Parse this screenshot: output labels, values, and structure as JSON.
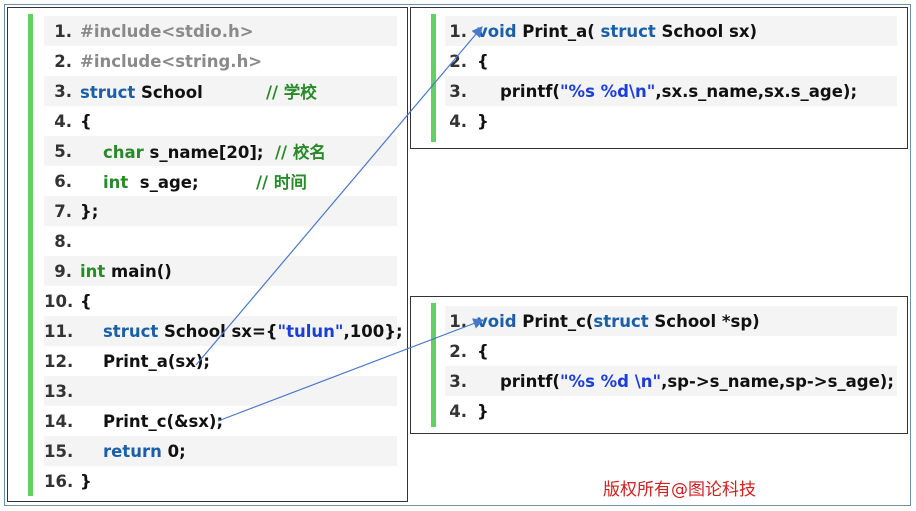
{
  "main_code": {
    "lines": [
      {
        "num": "1.",
        "parts": [
          {
            "t": "#include<stdio.h>",
            "c": "pp"
          }
        ]
      },
      {
        "num": "2.",
        "parts": [
          {
            "t": "#include<string.h>",
            "c": "pp"
          }
        ]
      },
      {
        "num": "3.",
        "parts": [
          {
            "t": "struct",
            "c": "kw"
          },
          {
            "t": " School           "
          },
          {
            "t": "// 学校",
            "c": "cm"
          }
        ]
      },
      {
        "num": "4.",
        "parts": [
          {
            "t": "{"
          }
        ]
      },
      {
        "num": "5.",
        "parts": [
          {
            "t": "    "
          },
          {
            "t": "char",
            "c": "tp"
          },
          {
            "t": " s_name[20];  "
          },
          {
            "t": "// 校名",
            "c": "cm"
          }
        ]
      },
      {
        "num": "6.",
        "parts": [
          {
            "t": "    "
          },
          {
            "t": "int",
            "c": "tp"
          },
          {
            "t": "  s_age;          "
          },
          {
            "t": "// 时间",
            "c": "cm"
          }
        ]
      },
      {
        "num": "7.",
        "parts": [
          {
            "t": "};"
          }
        ]
      },
      {
        "num": "8.",
        "parts": []
      },
      {
        "num": "9.",
        "parts": [
          {
            "t": "int",
            "c": "tp"
          },
          {
            "t": " main()"
          }
        ]
      },
      {
        "num": "10.",
        "parts": [
          {
            "t": "{"
          }
        ]
      },
      {
        "num": "11.",
        "parts": [
          {
            "t": "    "
          },
          {
            "t": "struct",
            "c": "kw"
          },
          {
            "t": " School sx={"
          },
          {
            "t": "\"tulun\"",
            "c": "str"
          },
          {
            "t": ",100};"
          }
        ]
      },
      {
        "num": "12.",
        "parts": [
          {
            "t": "    Print_a(sx);"
          }
        ]
      },
      {
        "num": "13.",
        "parts": []
      },
      {
        "num": "14.",
        "parts": [
          {
            "t": "    Print_c(&sx);"
          }
        ]
      },
      {
        "num": "15.",
        "parts": [
          {
            "t": "    "
          },
          {
            "t": "return",
            "c": "kw"
          },
          {
            "t": " 0;"
          }
        ]
      },
      {
        "num": "16.",
        "parts": [
          {
            "t": "}"
          }
        ]
      }
    ]
  },
  "print_a_code": {
    "lines": [
      {
        "num": "1.",
        "parts": [
          {
            "t": "void",
            "c": "kw"
          },
          {
            "t": " Print_a( "
          },
          {
            "t": "struct",
            "c": "kw"
          },
          {
            "t": " School sx)"
          }
        ]
      },
      {
        "num": "2.",
        "parts": [
          {
            "t": "{"
          }
        ]
      },
      {
        "num": "3.",
        "parts": [
          {
            "t": "    printf("
          },
          {
            "t": "\"%s %d\\n\"",
            "c": "str"
          },
          {
            "t": ",sx.s_name,sx.s_age);"
          }
        ]
      },
      {
        "num": "4.",
        "parts": [
          {
            "t": "}"
          }
        ]
      }
    ]
  },
  "print_c_code": {
    "lines": [
      {
        "num": "1.",
        "parts": [
          {
            "t": "void",
            "c": "kw"
          },
          {
            "t": " Print_c("
          },
          {
            "t": "struct",
            "c": "kw"
          },
          {
            "t": " School *sp)"
          }
        ]
      },
      {
        "num": "2.",
        "parts": [
          {
            "t": "{"
          }
        ]
      },
      {
        "num": "3.",
        "parts": [
          {
            "t": "    printf("
          },
          {
            "t": "\"%s %d \\n\"",
            "c": "str"
          },
          {
            "t": ",sp->s_name,sp->s_age);"
          }
        ]
      },
      {
        "num": "4.",
        "parts": [
          {
            "t": "}"
          }
        ]
      }
    ]
  },
  "watermark": "版权所有@图论科技",
  "colors": {
    "accent_bar": "#63d063",
    "keyword": "#1a5fa8",
    "arrow": "#4a78c8"
  }
}
